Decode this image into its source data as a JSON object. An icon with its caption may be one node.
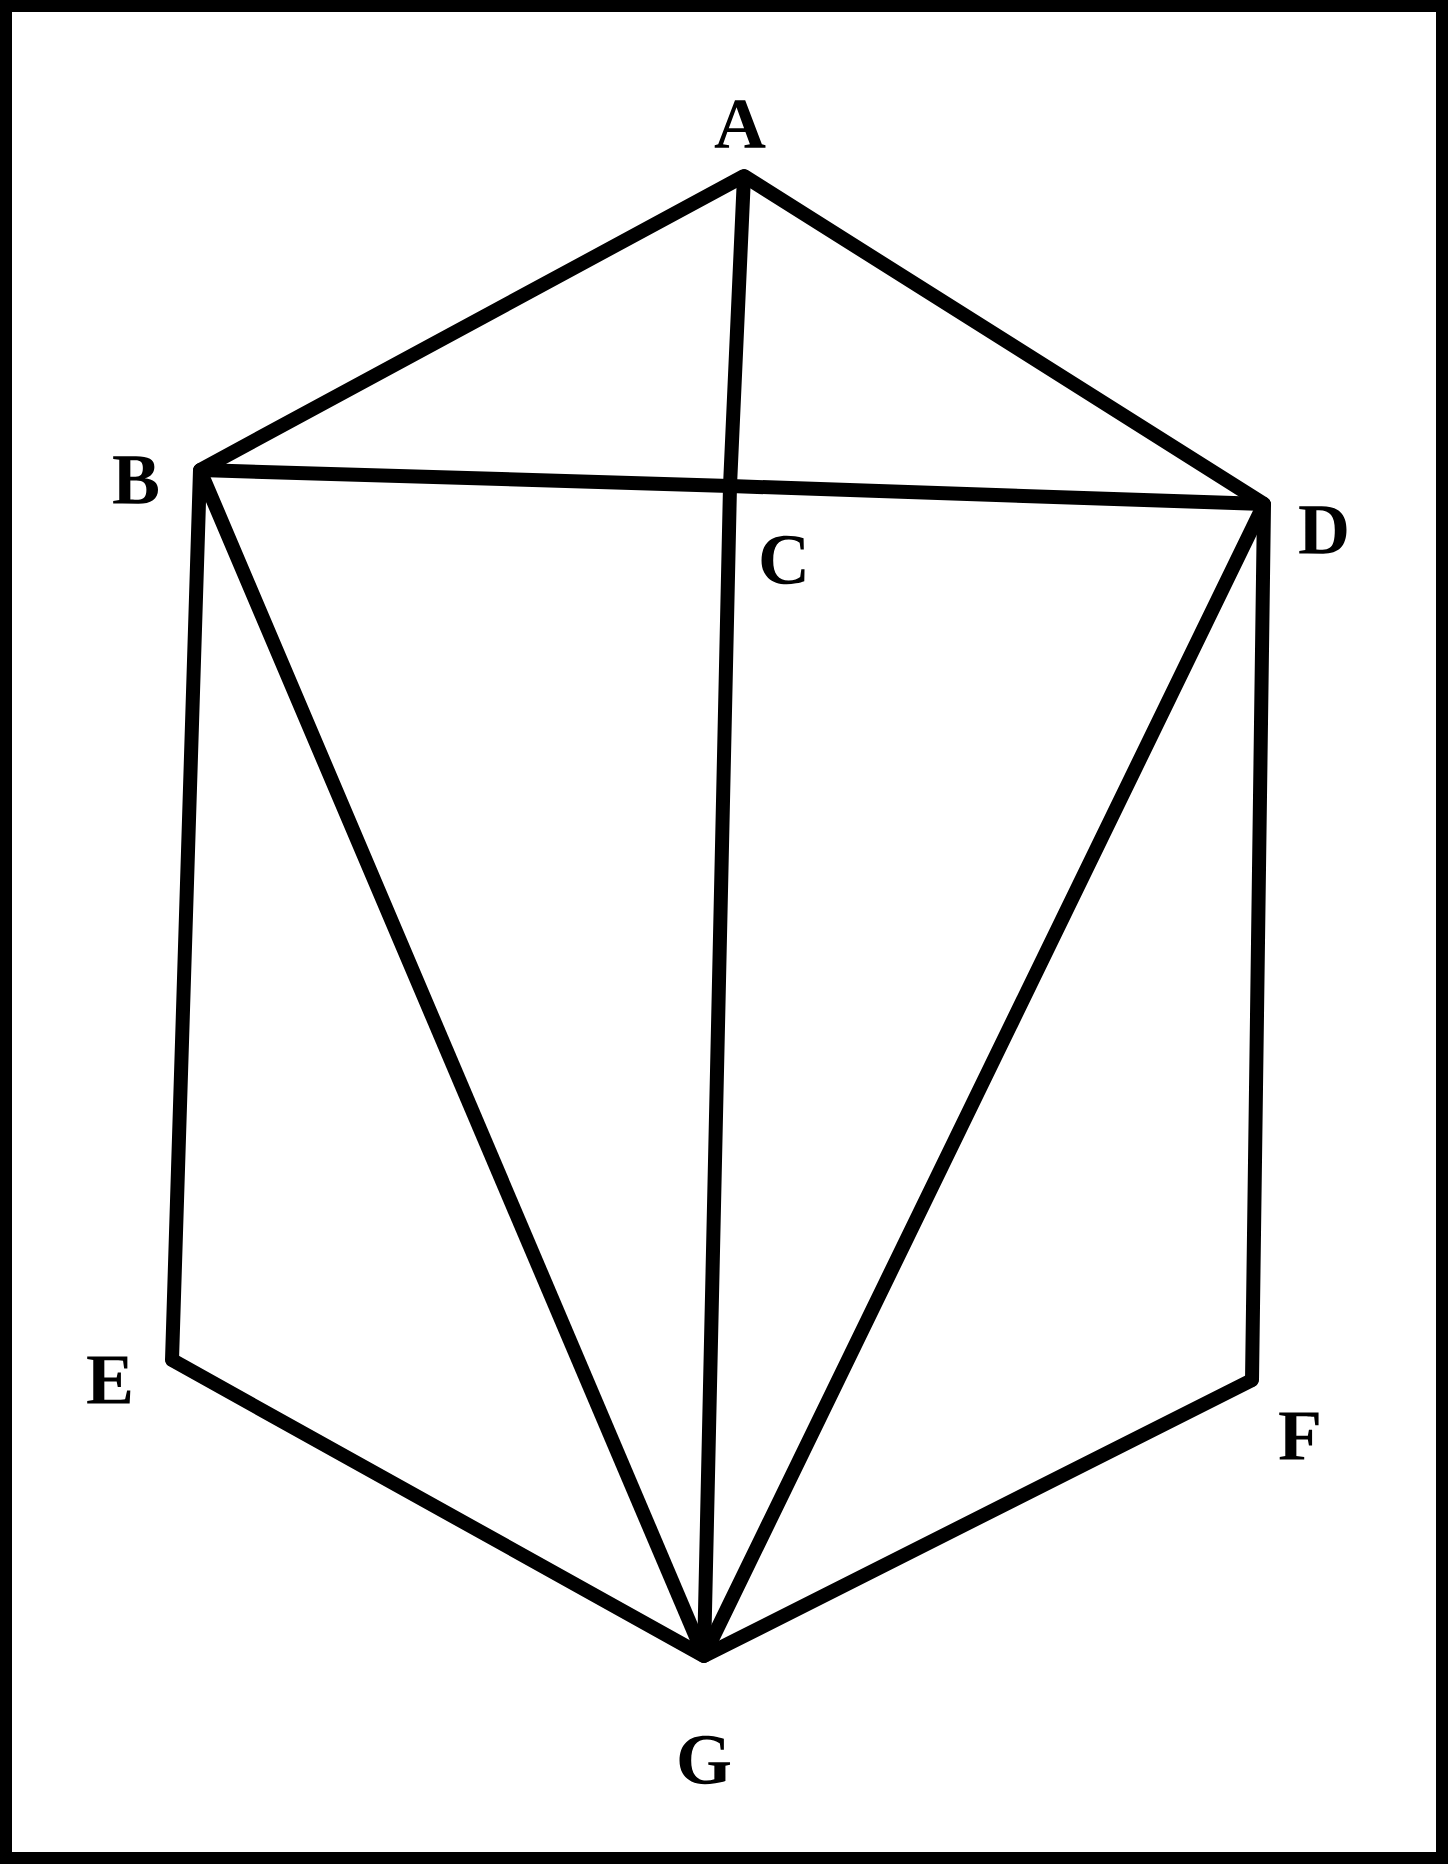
{
  "diagram": {
    "nodes": [
      {
        "text": [
          "A"
        ]
      },
      {
        "text": [
          "B"
        ]
      },
      {
        "text": [
          "C"
        ]
      },
      {
        "text": [
          "D"
        ]
      },
      {
        "text": [
          "E"
        ]
      },
      {
        "text": [
          "F"
        ]
      },
      {
        "text": [
          "G"
        ]
      }
    ],
    "edges": [
      {
        "from": 0,
        "to": 1,
        "arrow": "none"
      },
      {
        "from": 0,
        "to": 3,
        "arrow": "none"
      },
      {
        "from": 0,
        "to": 2,
        "arrow": "none"
      },
      {
        "from": 2,
        "to": 6,
        "arrow": "none"
      },
      {
        "from": 1,
        "to": 2,
        "arrow": "none"
      },
      {
        "from": 2,
        "to": 3,
        "arrow": "none"
      },
      {
        "from": 1,
        "to": 4,
        "arrow": "none"
      },
      {
        "from": 1,
        "to": 6,
        "arrow": "none"
      },
      {
        "from": 3,
        "to": 6,
        "arrow": "none"
      },
      {
        "from": 3,
        "to": 5,
        "arrow": "none"
      },
      {
        "from": 4,
        "to": 6,
        "arrow": "none"
      },
      {
        "from": 5,
        "to": 6,
        "arrow": "none"
      }
    ]
  }
}
